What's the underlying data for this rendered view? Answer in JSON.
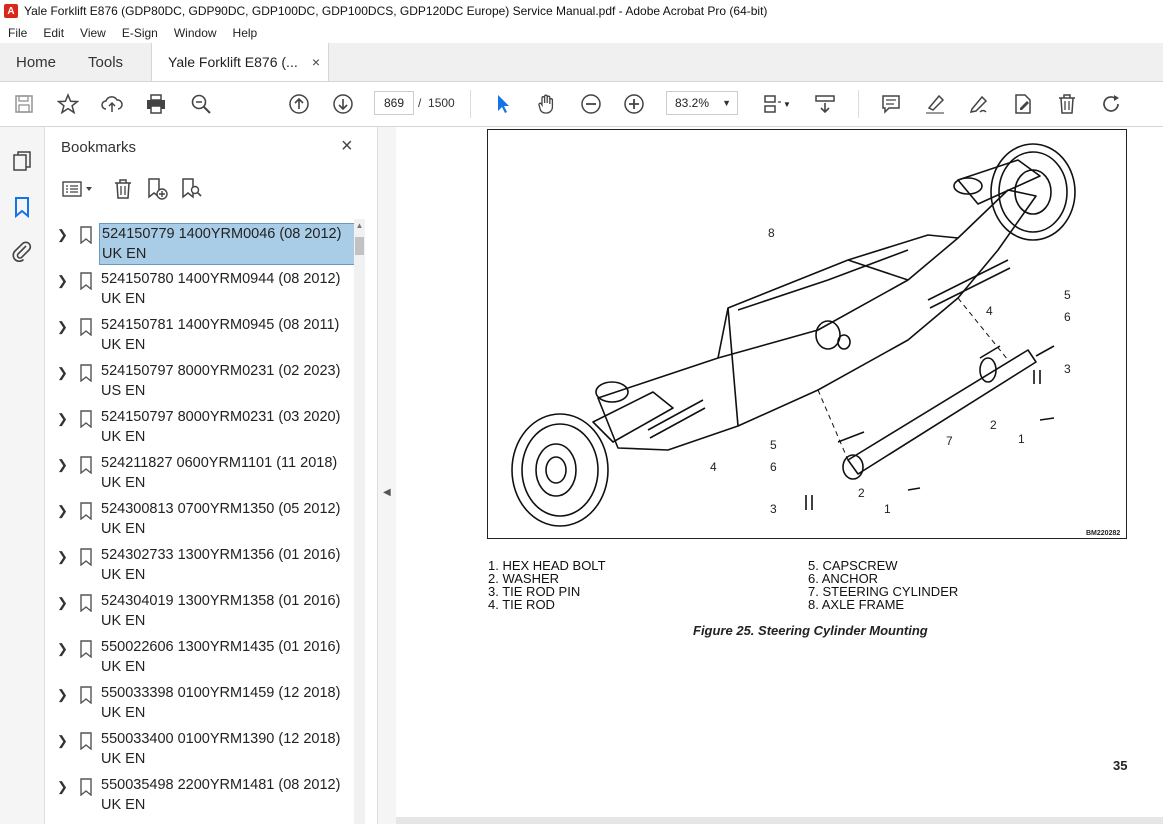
{
  "window": {
    "title": "Yale Forklift E876 (GDP80DC, GDP90DC, GDP100DC, GDP100DCS, GDP120DC Europe) Service Manual.pdf - Adobe Acrobat Pro (64-bit)"
  },
  "menu": [
    "File",
    "Edit",
    "View",
    "E-Sign",
    "Window",
    "Help"
  ],
  "tabs": {
    "home": "Home",
    "tools": "Tools",
    "doc": "Yale Forklift E876 (...",
    "close": "×"
  },
  "toolbar": {
    "page_current": "869",
    "page_sep": "/",
    "page_total": "1500",
    "zoom": "83.2%"
  },
  "bookmarks": {
    "title": "Bookmarks",
    "close": "×",
    "items": [
      {
        "line1": "524150779 1400YRM0046 (08 2012)",
        "line2": "UK EN"
      },
      {
        "line1": "524150780 1400YRM0944 (08 2012)",
        "line2": "UK EN"
      },
      {
        "line1": "524150781 1400YRM0945 (08 2011)",
        "line2": "UK EN"
      },
      {
        "line1": "524150797 8000YRM0231 (02 2023)",
        "line2": "US EN"
      },
      {
        "line1": "524150797 8000YRM0231 (03 2020)",
        "line2": "UK EN"
      },
      {
        "line1": "524211827 0600YRM1101 (11 2018)",
        "line2": "UK EN"
      },
      {
        "line1": "524300813 0700YRM1350 (05 2012)",
        "line2": "UK EN"
      },
      {
        "line1": "524302733 1300YRM1356 (01 2016)",
        "line2": "UK EN"
      },
      {
        "line1": "524304019 1300YRM1358 (01 2016)",
        "line2": "UK EN"
      },
      {
        "line1": "550022606 1300YRM1435 (01 2016)",
        "line2": "UK EN"
      },
      {
        "line1": "550033398 0100YRM1459 (12 2018)",
        "line2": "UK EN"
      },
      {
        "line1": "550033400 0100YRM1390 (12 2018)",
        "line2": "UK EN"
      },
      {
        "line1": "550035498 2200YRM1481 (08 2012)",
        "line2": "UK EN"
      }
    ]
  },
  "document": {
    "callouts": [
      "8",
      "4",
      "5",
      "6",
      "3",
      "7",
      "2",
      "1",
      "4",
      "5",
      "6",
      "2",
      "1",
      "3"
    ],
    "drawing_code": "BM220282",
    "legend_left": [
      "1.  HEX HEAD BOLT",
      "2.  WASHER",
      "3.  TIE ROD PIN",
      "4.  TIE ROD"
    ],
    "legend_right": [
      "5.  CAPSCREW",
      "6.  ANCHOR",
      "7.  STEERING CYLINDER",
      "8.  AXLE FRAME"
    ],
    "caption": "Figure 25. Steering Cylinder Mounting",
    "page_number": "35"
  }
}
